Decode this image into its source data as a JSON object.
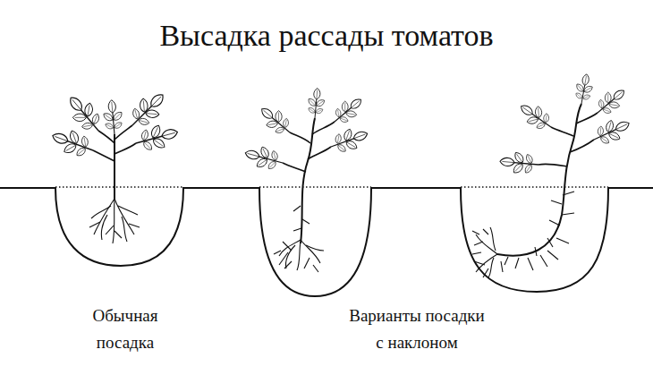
{
  "diagram": {
    "title": "Высадка рассады томатов",
    "labels": [
      "Обычная посадка",
      "Варианты посадки с наклоном"
    ]
  }
}
